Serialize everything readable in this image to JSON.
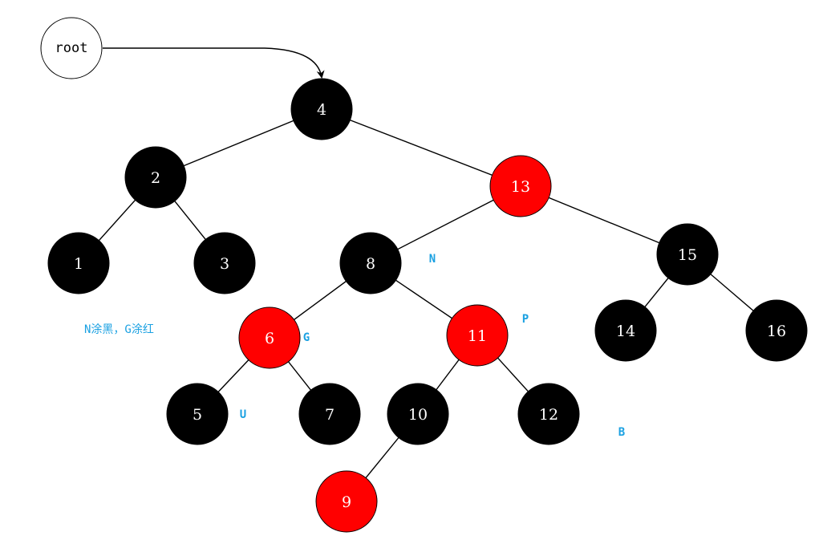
{
  "diagram": {
    "root_label": "root",
    "colors": {
      "black_node": "#000000",
      "red_node": "#ff0000",
      "annotation": "#1ba1e2",
      "edge": "#000000",
      "node_text": "#ffffff"
    },
    "nodes": [
      {
        "id": "n4",
        "label": "4",
        "color": "black"
      },
      {
        "id": "n2",
        "label": "2",
        "color": "black"
      },
      {
        "id": "n13",
        "label": "13",
        "color": "red"
      },
      {
        "id": "n1",
        "label": "1",
        "color": "black"
      },
      {
        "id": "n3",
        "label": "3",
        "color": "black"
      },
      {
        "id": "n8",
        "label": "8",
        "color": "black"
      },
      {
        "id": "n15",
        "label": "15",
        "color": "black"
      },
      {
        "id": "n6",
        "label": "6",
        "color": "red"
      },
      {
        "id": "n11",
        "label": "11",
        "color": "red"
      },
      {
        "id": "n14",
        "label": "14",
        "color": "black"
      },
      {
        "id": "n16",
        "label": "16",
        "color": "black"
      },
      {
        "id": "n5",
        "label": "5",
        "color": "black"
      },
      {
        "id": "n7",
        "label": "7",
        "color": "black"
      },
      {
        "id": "n10",
        "label": "10",
        "color": "black"
      },
      {
        "id": "n12",
        "label": "12",
        "color": "black"
      },
      {
        "id": "n9",
        "label": "9",
        "color": "red"
      }
    ],
    "edges": [
      [
        "n4",
        "n2"
      ],
      [
        "n4",
        "n13"
      ],
      [
        "n2",
        "n1"
      ],
      [
        "n2",
        "n3"
      ],
      [
        "n13",
        "n8"
      ],
      [
        "n13",
        "n15"
      ],
      [
        "n8",
        "n6"
      ],
      [
        "n8",
        "n11"
      ],
      [
        "n15",
        "n14"
      ],
      [
        "n15",
        "n16"
      ],
      [
        "n6",
        "n5"
      ],
      [
        "n6",
        "n7"
      ],
      [
        "n11",
        "n10"
      ],
      [
        "n11",
        "n12"
      ],
      [
        "n10",
        "n9"
      ]
    ],
    "annotations": [
      {
        "id": "ann-n",
        "text": "N"
      },
      {
        "id": "ann-p",
        "text": "P"
      },
      {
        "id": "ann-g",
        "text": "G"
      },
      {
        "id": "ann-u",
        "text": "U"
      },
      {
        "id": "ann-b",
        "text": "B"
      }
    ],
    "note": "N涂黑，G涂红"
  }
}
